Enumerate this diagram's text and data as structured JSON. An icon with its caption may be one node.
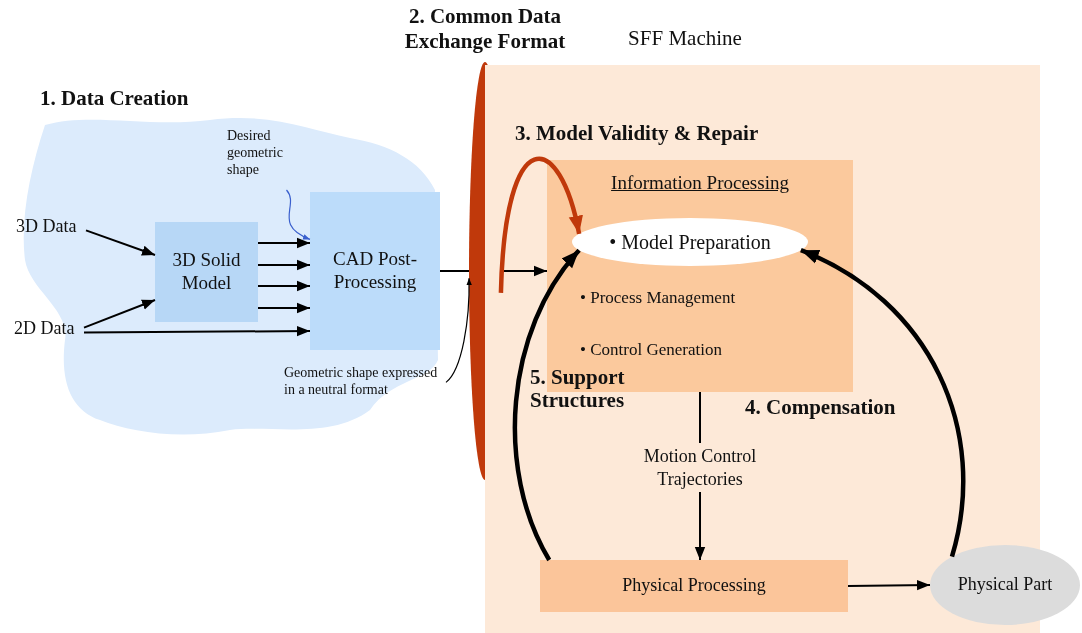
{
  "diagram": {
    "nodes": [
      {
        "text": [
          "1. Data Creation"
        ]
      },
      {
        "text": [
          "3D Data"
        ],
        "in": 0
      },
      {
        "text": [
          "2D Data"
        ],
        "in": 0
      },
      {
        "text": [
          "3D Solid Model"
        ],
        "in": 0
      },
      {
        "text": [
          "CAD Post-Processing"
        ],
        "in": 0
      },
      {
        "text": [
          "Desired geometric shape"
        ],
        "in": 0
      },
      {
        "text": [
          "Geometric shape expressed in a neutral format"
        ],
        "in": 0
      },
      {
        "text": [
          "2. Common Data Exchange Format"
        ]
      },
      {
        "text": [
          "SFF Machine"
        ]
      },
      {
        "text": [
          "Information Processing",
          "• Process Management",
          "• Control Generation"
        ],
        "in": 8
      },
      {
        "text": [
          "• Model Preparation"
        ],
        "in": 9
      },
      {
        "text": [
          "Physical Processing"
        ],
        "in": 8
      },
      {
        "text": [
          "Physical Part"
        ]
      }
    ],
    "edges": [
      {
        "from": 1,
        "to": 3,
        "arrow": "to"
      },
      {
        "from": 2,
        "to": 3,
        "arrow": "to"
      },
      {
        "from": 3,
        "to": 4,
        "arrow": "to"
      },
      {
        "from": 3,
        "to": 4,
        "arrow": "to"
      },
      {
        "from": 3,
        "to": 4,
        "arrow": "to"
      },
      {
        "from": 3,
        "to": 4,
        "arrow": "to"
      },
      {
        "from": 2,
        "to": 4,
        "arrow": "to"
      },
      {
        "from": 4,
        "to": 7,
        "arrow": "none"
      },
      {
        "from": 7,
        "to": 9,
        "arrow": "to"
      },
      {
        "from": 5,
        "to": 4,
        "arrow": "to",
        "color": "#3a5fcd"
      },
      {
        "from": 6,
        "to": 7,
        "arrow": "to"
      },
      {
        "from": 7,
        "to": 10,
        "arrow": "to",
        "label": "3. Model Validity & Repair",
        "style": "thick",
        "color": "#c0390b"
      },
      {
        "from": 9,
        "to": 11,
        "arrow": "to",
        "label": "Motion Control Trajectories"
      },
      {
        "from": 11,
        "to": 10,
        "arrow": "to",
        "label": "5. Support Structures",
        "style": "thick"
      },
      {
        "from": 12,
        "to": 10,
        "arrow": "to",
        "label": "4. Compensation",
        "style": "thick"
      },
      {
        "from": 11,
        "to": 12,
        "arrow": "to"
      }
    ]
  }
}
